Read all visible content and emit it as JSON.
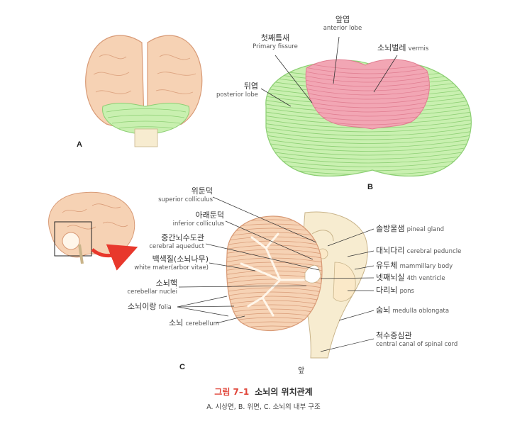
{
  "panels": {
    "a": "A",
    "b": "B",
    "c": "C"
  },
  "labels_b": {
    "anterior_ko": "앞엽",
    "anterior_en": "anterior lobe",
    "primary_ko": "첫째틈새",
    "primary_en": "Primary fissure",
    "vermis_ko": "소뇌벌레",
    "vermis_en": "vermis",
    "posterior_ko": "뒤엽",
    "posterior_en": "posterior lobe"
  },
  "labels_c_left": [
    {
      "ko": "위둔덕",
      "en": "superior colliculus"
    },
    {
      "ko": "아래둔덕",
      "en": "inferior colliculus"
    },
    {
      "ko": "중간뇌수도관",
      "en": "cerebral aqueduct"
    },
    {
      "ko": "백색질(소뇌나무)",
      "en": "white mater(arbor vitae)"
    },
    {
      "ko": "소뇌핵",
      "en": "cerebellar nuclei"
    },
    {
      "ko": "소뇌이랑",
      "en": "folia"
    },
    {
      "ko": "소뇌",
      "en": "cerebellum"
    }
  ],
  "labels_c_right": [
    {
      "ko": "솔방울샘",
      "en": "pineal gland"
    },
    {
      "ko": "대뇌다리",
      "en": "cerebral peduncle"
    },
    {
      "ko": "유두체",
      "en": "mammillary body"
    },
    {
      "ko": "넷째뇌실",
      "en": "4th ventricle"
    },
    {
      "ko": "다리뇌",
      "en": "pons"
    },
    {
      "ko": "숨뇌",
      "en": "medulla oblongata"
    },
    {
      "ko": "척수중심관",
      "en": "central canal of spinal cord"
    }
  ],
  "front_label": "앞",
  "caption": {
    "figure": "그림 7–1",
    "title": "소뇌의 위치관계"
  },
  "subcaption": "A. 시상면, B. 위면, C. 소뇌의 내부 구조",
  "colors": {
    "brain_tan": "#f6d2b4",
    "brain_line": "#d89a76",
    "cerebellum_green": "#c9f0b0",
    "cerebellum_line": "#8ccf73",
    "vermis_pink": "#f2a6b4",
    "arrow_red": "#e8382c",
    "stem_cream": "#f7ecd0",
    "arbor_white": "#fff6ea"
  }
}
